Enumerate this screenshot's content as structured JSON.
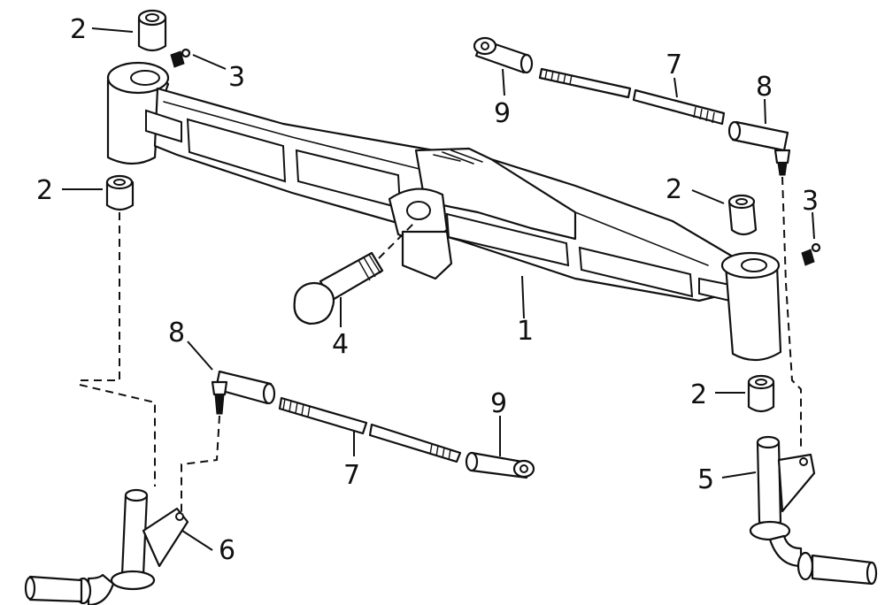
{
  "callouts": [
    {
      "id": "c2a",
      "text": "2"
    },
    {
      "id": "c3a",
      "text": "3"
    },
    {
      "id": "c2b",
      "text": "2"
    },
    {
      "id": "c9a",
      "text": "9"
    },
    {
      "id": "c7a",
      "text": "7"
    },
    {
      "id": "c8a",
      "text": "8"
    },
    {
      "id": "c2c",
      "text": "2"
    },
    {
      "id": "c3b",
      "text": "3"
    },
    {
      "id": "c4",
      "text": "4"
    },
    {
      "id": "c1",
      "text": "1"
    },
    {
      "id": "c8b",
      "text": "8"
    },
    {
      "id": "c9b",
      "text": "9"
    },
    {
      "id": "c2d",
      "text": "2"
    },
    {
      "id": "c7b",
      "text": "7"
    },
    {
      "id": "c5",
      "text": "5"
    },
    {
      "id": "c6",
      "text": "6"
    }
  ]
}
